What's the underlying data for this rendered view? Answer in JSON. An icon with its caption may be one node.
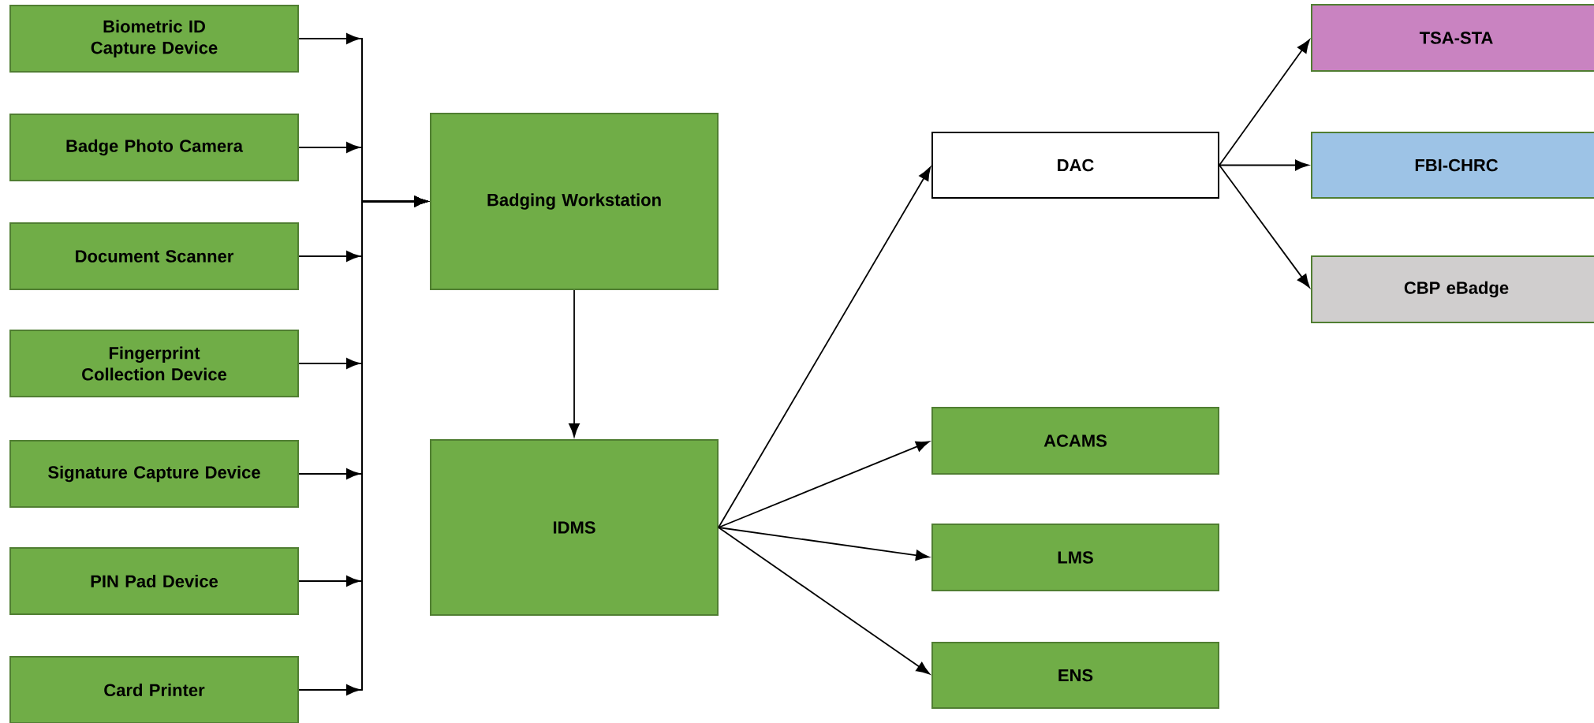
{
  "diagram": {
    "nodes": [
      {
        "text": [
          "Biometric ID Capture Device"
        ]
      },
      {
        "text": [
          "Badge Photo Camera"
        ]
      },
      {
        "text": [
          "Document Scanner"
        ]
      },
      {
        "text": [
          "Fingerprint Collection Device"
        ]
      },
      {
        "text": [
          "Signature Capture Device"
        ]
      },
      {
        "text": [
          "PIN Pad Device"
        ]
      },
      {
        "text": [
          "Card Printer"
        ]
      },
      {
        "text": [
          "Badging Workstation"
        ]
      },
      {
        "text": [
          "IDMS"
        ]
      },
      {
        "text": [
          "DAC"
        ]
      },
      {
        "text": [
          "ACAMS"
        ]
      },
      {
        "text": [
          "LMS"
        ]
      },
      {
        "text": [
          "ENS"
        ]
      },
      {
        "text": [
          "TSA-STA"
        ]
      },
      {
        "text": [
          "FBI-CHRC"
        ]
      },
      {
        "text": [
          "CBP eBadge"
        ]
      }
    ],
    "edges": [
      {
        "from": 0,
        "to": 7,
        "arrow": "to"
      },
      {
        "from": 1,
        "to": 7,
        "arrow": "to"
      },
      {
        "from": 2,
        "to": 7,
        "arrow": "to"
      },
      {
        "from": 3,
        "to": 7,
        "arrow": "to"
      },
      {
        "from": 4,
        "to": 7,
        "arrow": "to"
      },
      {
        "from": 5,
        "to": 7,
        "arrow": "to"
      },
      {
        "from": 6,
        "to": 7,
        "arrow": "to"
      },
      {
        "from": 7,
        "to": 8,
        "arrow": "to"
      },
      {
        "from": 8,
        "to": 9,
        "arrow": "to"
      },
      {
        "from": 8,
        "to": 10,
        "arrow": "to"
      },
      {
        "from": 8,
        "to": 11,
        "arrow": "to"
      },
      {
        "from": 8,
        "to": 12,
        "arrow": "to"
      },
      {
        "from": 9,
        "to": 13,
        "arrow": "to"
      },
      {
        "from": 9,
        "to": 14,
        "arrow": "to"
      },
      {
        "from": 9,
        "to": 15,
        "arrow": "to"
      }
    ]
  }
}
